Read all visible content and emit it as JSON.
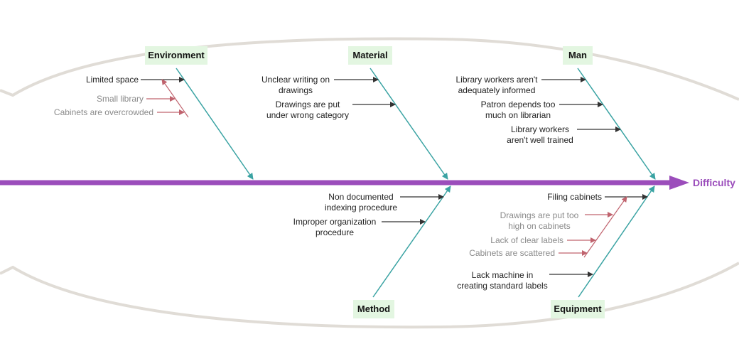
{
  "effect": "Difficulty",
  "categories": {
    "environment": "Environment",
    "material": "Material",
    "man": "Man",
    "method": "Method",
    "equipment": "Equipment"
  },
  "causes": {
    "environment": {
      "limited_space": "Limited space",
      "small_library": "Small library",
      "cabinets_overcrowded": "Cabinets are overcrowded"
    },
    "material": {
      "unclear_writing": [
        "Unclear writing on",
        "drawings"
      ],
      "wrong_category": [
        "Drawings are put",
        "under wrong category"
      ]
    },
    "man": {
      "not_informed": [
        "Library workers aren't",
        "adequately informed"
      ],
      "patron_depends": [
        "Patron depends too",
        "much on librarian"
      ],
      "not_trained": [
        "Library workers",
        "aren't well trained"
      ]
    },
    "method": {
      "non_documented": [
        "Non documented",
        "indexing procedure"
      ],
      "improper_org": [
        "Improper organization",
        "procedure"
      ]
    },
    "equipment": {
      "filing_cabinets": "Filing cabinets",
      "too_high": [
        "Drawings are put too",
        "high on cabinets"
      ],
      "lack_labels": "Lack of clear labels",
      "scattered": "Cabinets are scattered",
      "lack_machine": [
        "Lack machine in",
        "creating standard labels"
      ]
    }
  },
  "colors": {
    "spine": "#9b4dbb",
    "bone": "#3aa3a3",
    "arrow": "#333333",
    "sub_arrow": "#c0636e",
    "category_fill": "#e3f6e1",
    "fish_outline": "#e0dcd6"
  }
}
